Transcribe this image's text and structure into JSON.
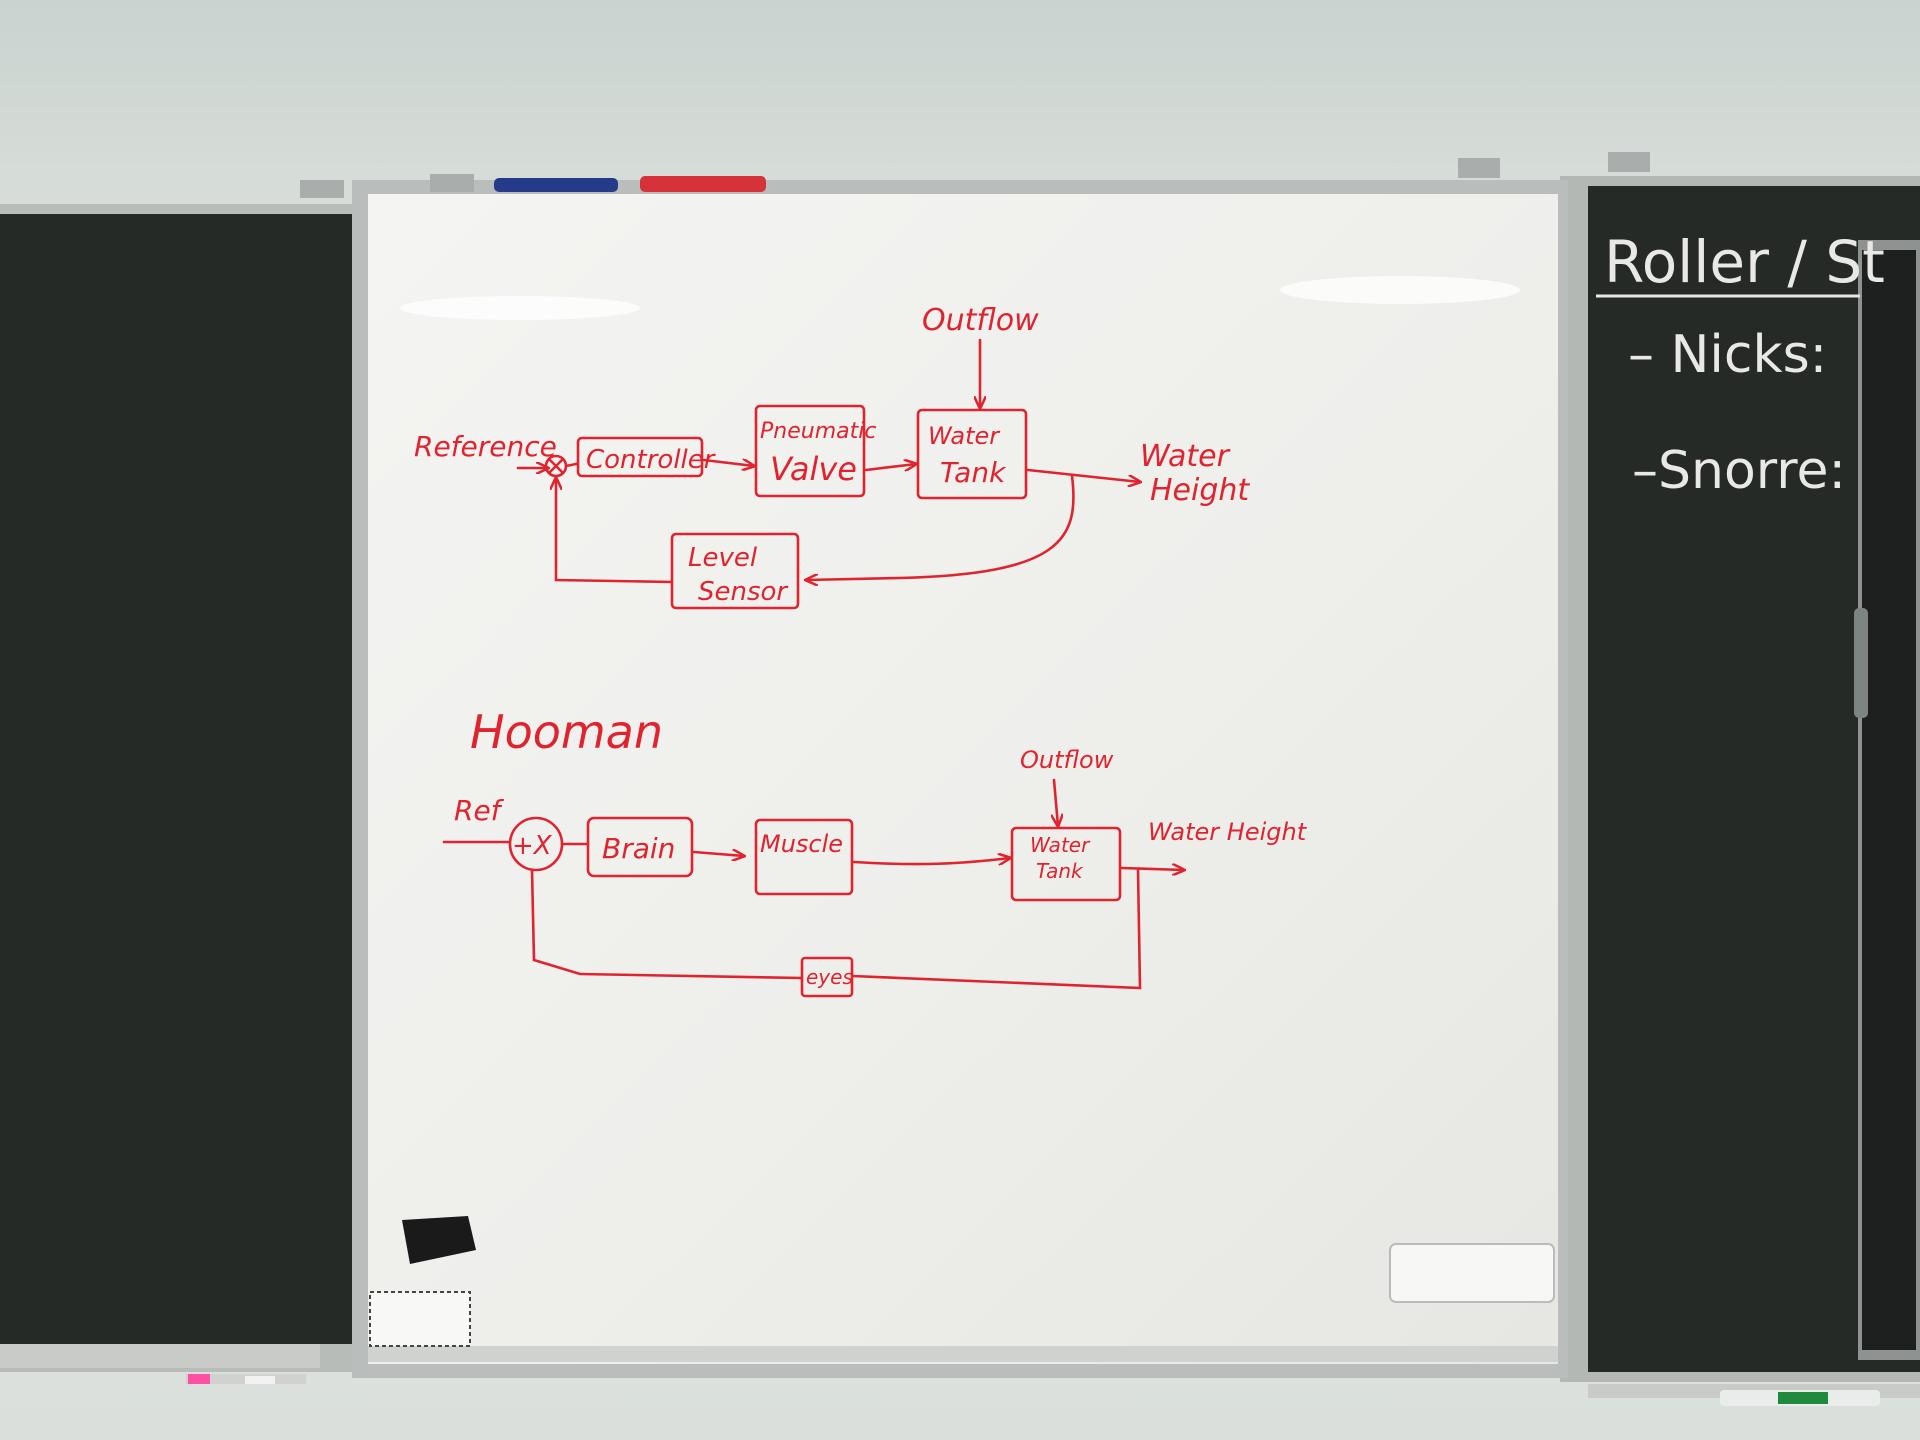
{
  "whiteboard": {
    "diagram1": {
      "reference_label": "Reference",
      "controller_label": "Controller",
      "valve_line1": "Pneumatic",
      "valve_line2": "Valve",
      "tank_line1": "Water",
      "tank_line2": "Tank",
      "outflow_label": "Outflow",
      "output_line1": "Water",
      "output_line2": "Height",
      "sensor_line1": "Level",
      "sensor_line2": "Sensor"
    },
    "diagram2": {
      "heading": "Hooman",
      "ref_label": "Ref",
      "sum_label": "+X",
      "brain_label": "Brain",
      "muscle_label": "Muscle",
      "tank_line1": "Water",
      "tank_line2": "Tank",
      "outflow_label": "Outflow",
      "output_label": "Water Height",
      "eyes_label": "eyes"
    }
  },
  "chalkboard_right": {
    "title": "Roller / St",
    "item1": "– Nicks:",
    "item2": "–Snorre:"
  },
  "colors": {
    "ink": "#e0242f",
    "whiteboard": "#f1f1ee",
    "chalkboard": "#262a27",
    "chalk": "#e8e8e4"
  }
}
